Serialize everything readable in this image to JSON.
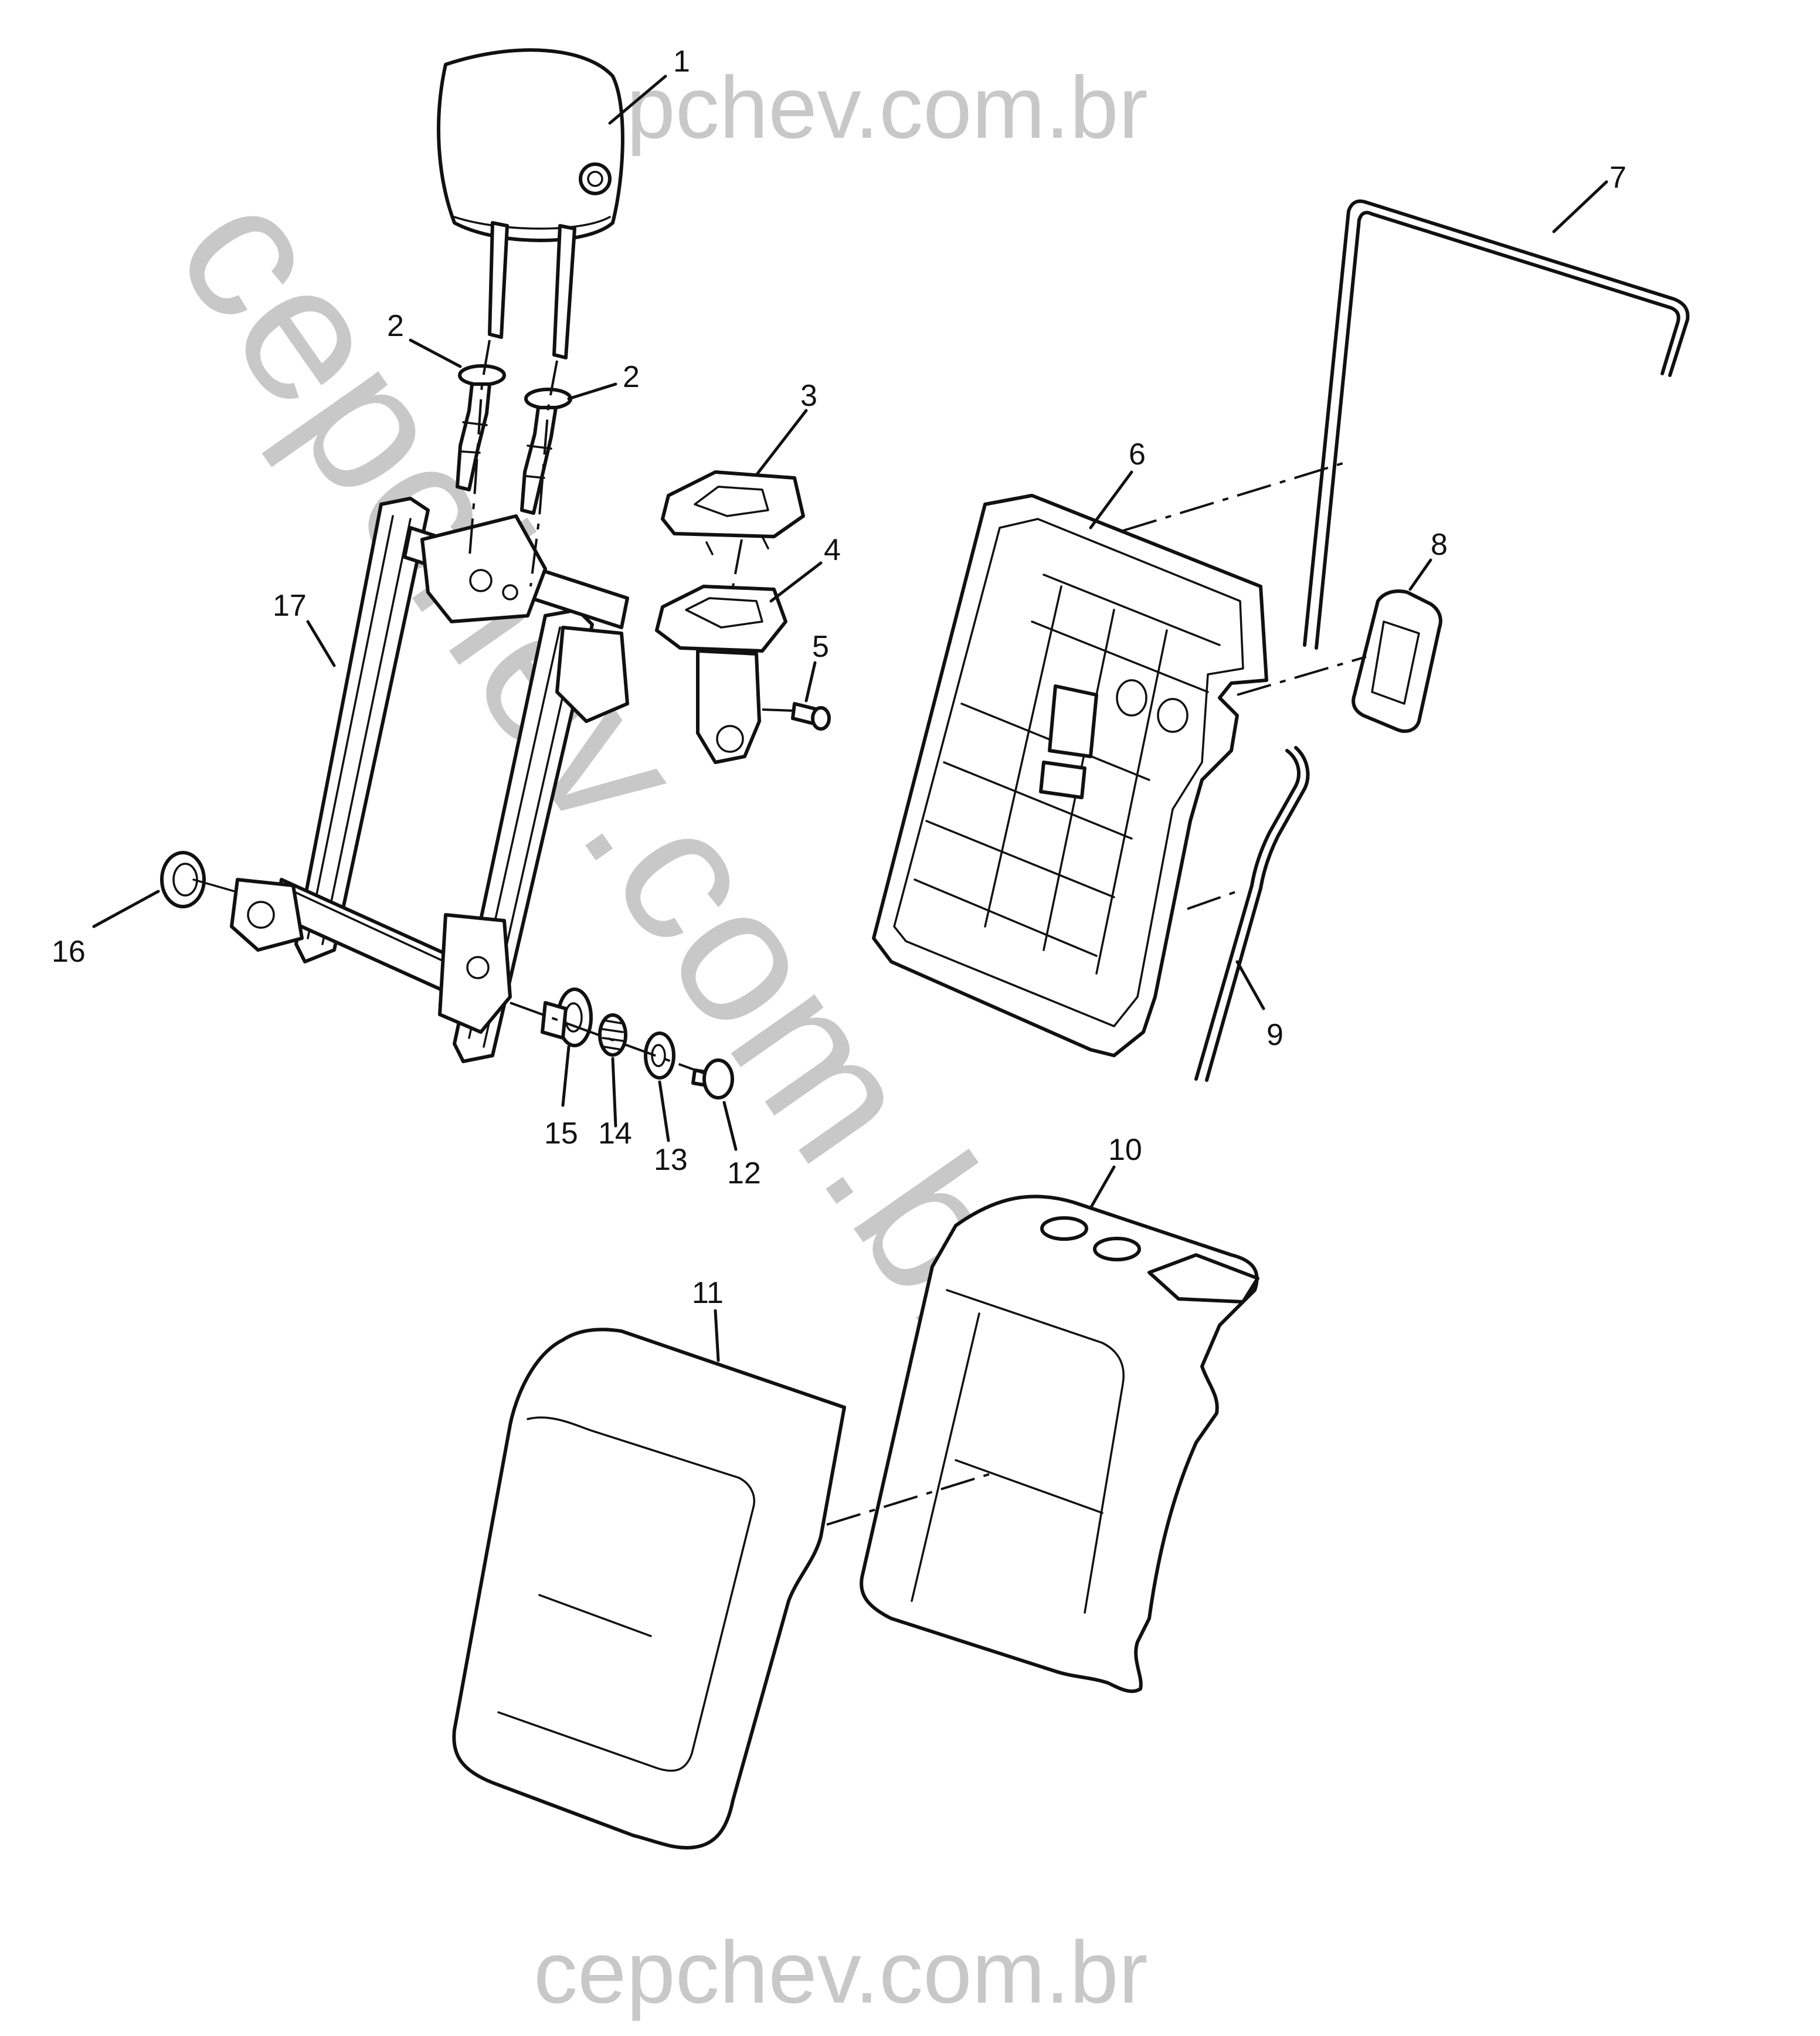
{
  "watermark": {
    "top": "cepchev.com.br",
    "diagonal": "cepchev.com.br",
    "bottom": "cepchev.com.br"
  },
  "callouts": [
    "1",
    "2",
    "2",
    "3",
    "4",
    "5",
    "6",
    "7",
    "8",
    "9",
    "10",
    "11",
    "12",
    "13",
    "14",
    "15",
    "16",
    "17"
  ]
}
